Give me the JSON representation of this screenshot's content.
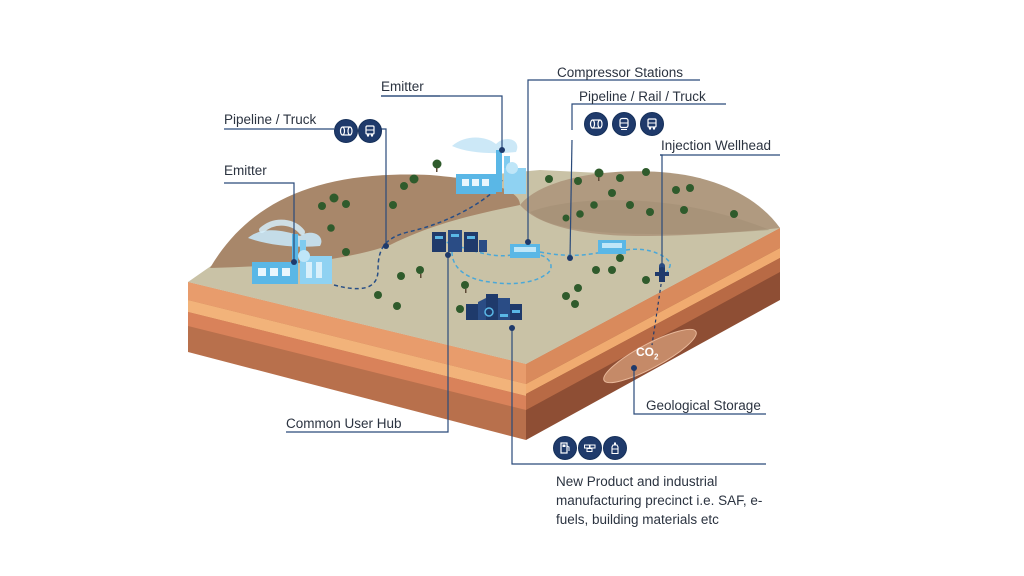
{
  "labels": {
    "emitter_left": "Emitter",
    "emitter_top": "Emitter",
    "pipeline_truck": "Pipeline / Truck",
    "compressor_stations": "Compressor Stations",
    "pipeline_rail_truck": "Pipeline / Rail / Truck",
    "injection_wellhead": "Injection Wellhead",
    "geological_storage": "Geological Storage",
    "common_user_hub": "Common User Hub",
    "new_product": "New Product and industrial manufacturing precinct i.e. SAF, e-fuels, building materials etc",
    "co2": "CO",
    "co2_sub": "2"
  },
  "icons": {
    "pipeline_truck": [
      "pipe-icon",
      "truck-icon"
    ],
    "pipeline_rail_truck": [
      "pipe-icon",
      "train-icon",
      "truck-icon"
    ],
    "products": [
      "fuel-pump-icon",
      "bricks-icon",
      "bottle-icon"
    ]
  },
  "colors": {
    "ground_surface": "#c9c2a6",
    "hills": "#a8876a",
    "soil_orange": "#e39a6b",
    "soil_deep": "#9a5a3e",
    "icon_navy": "#1f3a6b",
    "facility_blue": "#5ab7e6",
    "tree_green": "#2f5b2c",
    "leader_line": "#2a4a7a"
  }
}
